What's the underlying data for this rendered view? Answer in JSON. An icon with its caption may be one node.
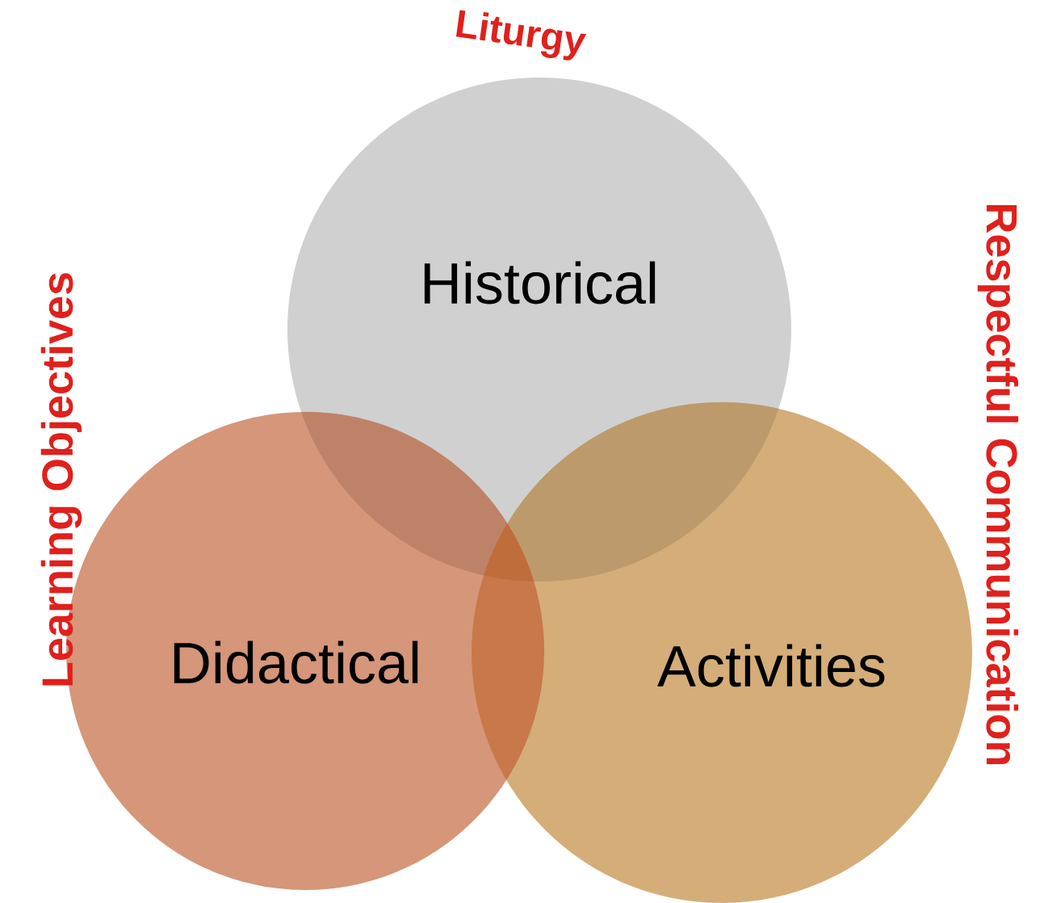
{
  "diagram": {
    "nodes": [
      {
        "text": [
          "Historical"
        ]
      },
      {
        "text": [
          "Didactical"
        ]
      },
      {
        "text": [
          "Activities"
        ]
      }
    ],
    "labels": [
      "Liturgy",
      "Learning Objectives",
      "Respectful Communication"
    ]
  }
}
